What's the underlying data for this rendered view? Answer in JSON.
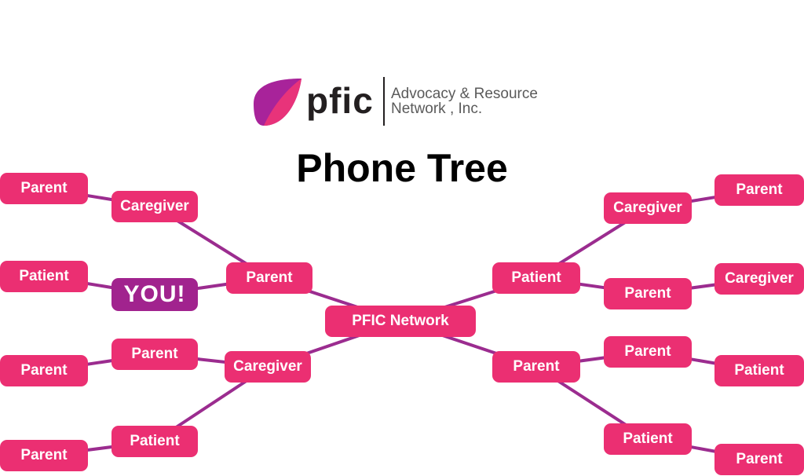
{
  "logo": {
    "wordmark": "pfic",
    "tagline_line1": "Advocacy & Resource",
    "tagline_line2": "Network , Inc.",
    "colors": {
      "leaf_primary": "#e8337a",
      "leaf_secondary": "#a8239a",
      "text": "#231f20"
    }
  },
  "title": "Phone Tree",
  "colors": {
    "node": "#eb2f72",
    "highlight": "#a1238e",
    "link": "#9b2c8f"
  },
  "tree": {
    "nodes": [
      {
        "id": "root",
        "label": "PFIC Network"
      },
      {
        "id": "L1a",
        "label": "Parent"
      },
      {
        "id": "L1b",
        "label": "Caregiver"
      },
      {
        "id": "R1a",
        "label": "Patient"
      },
      {
        "id": "R1b",
        "label": "Parent"
      },
      {
        "id": "L2a",
        "label": "Caregiver"
      },
      {
        "id": "L2b",
        "label": "YOU!",
        "highlight": true
      },
      {
        "id": "L2c",
        "label": "Parent"
      },
      {
        "id": "L2d",
        "label": "Patient"
      },
      {
        "id": "R2a",
        "label": "Caregiver"
      },
      {
        "id": "R2b",
        "label": "Parent"
      },
      {
        "id": "R2c",
        "label": "Parent"
      },
      {
        "id": "R2d",
        "label": "Patient"
      },
      {
        "id": "L3a",
        "label": "Parent"
      },
      {
        "id": "L3b",
        "label": "Patient"
      },
      {
        "id": "L3c",
        "label": "Parent"
      },
      {
        "id": "L3d",
        "label": "Parent"
      },
      {
        "id": "R3a",
        "label": "Parent"
      },
      {
        "id": "R3b",
        "label": "Caregiver"
      },
      {
        "id": "R3c",
        "label": "Patient"
      },
      {
        "id": "R3d",
        "label": "Parent"
      }
    ],
    "edges": [
      [
        "root",
        "L1a"
      ],
      [
        "root",
        "L1b"
      ],
      [
        "root",
        "R1a"
      ],
      [
        "root",
        "R1b"
      ],
      [
        "L1a",
        "L2a"
      ],
      [
        "L1a",
        "L2b"
      ],
      [
        "L1b",
        "L2c"
      ],
      [
        "L1b",
        "L2d"
      ],
      [
        "R1a",
        "R2a"
      ],
      [
        "R1a",
        "R2b"
      ],
      [
        "R1b",
        "R2c"
      ],
      [
        "R1b",
        "R2d"
      ],
      [
        "L2a",
        "L3a"
      ],
      [
        "L2b",
        "L3b"
      ],
      [
        "L2c",
        "L3c"
      ],
      [
        "L2d",
        "L3d"
      ],
      [
        "R2a",
        "R3a"
      ],
      [
        "R2b",
        "R3b"
      ],
      [
        "R2c",
        "R3c"
      ],
      [
        "R2d",
        "R3d"
      ]
    ]
  }
}
